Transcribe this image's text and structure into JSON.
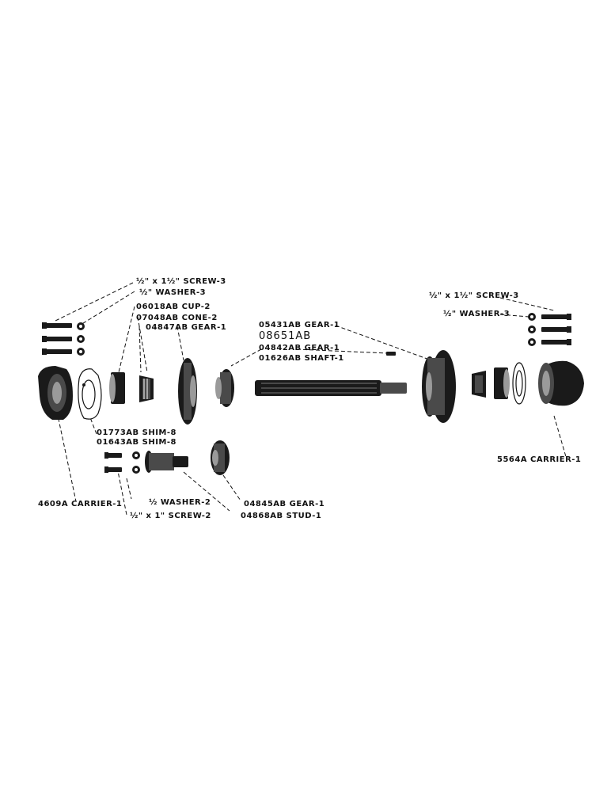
{
  "labels": {
    "screw_left_top": "½\" x 1½\" SCREW-3",
    "washer_left_top": "½\" WASHER-3",
    "cup": "06018AB CUP-2",
    "cone": "07048AB CONE-2",
    "gear_04847": "04847AB GEAR-1",
    "gear_05431": "05431AB GEAR-1",
    "key_08651": "08651AB",
    "gear_04842": "04842AB GEAR-1",
    "shaft": "01626AB SHAFT-1",
    "screw_right": "½\" x 1½\" SCREW-3",
    "washer_right": "½\" WASHER-3",
    "shim_1": "01773AB SHIM-8",
    "shim_2": "01643AB SHIM-8",
    "carrier_right": "5564A CARRIER-1",
    "carrier_left": "4609A CARRIER-1",
    "washer_2": "½ WASHER-2",
    "gear_04845": "04845AB GEAR-1",
    "screw_2": "½\" x 1\" SCREW-2",
    "stud": "04868AB STUD-1"
  }
}
